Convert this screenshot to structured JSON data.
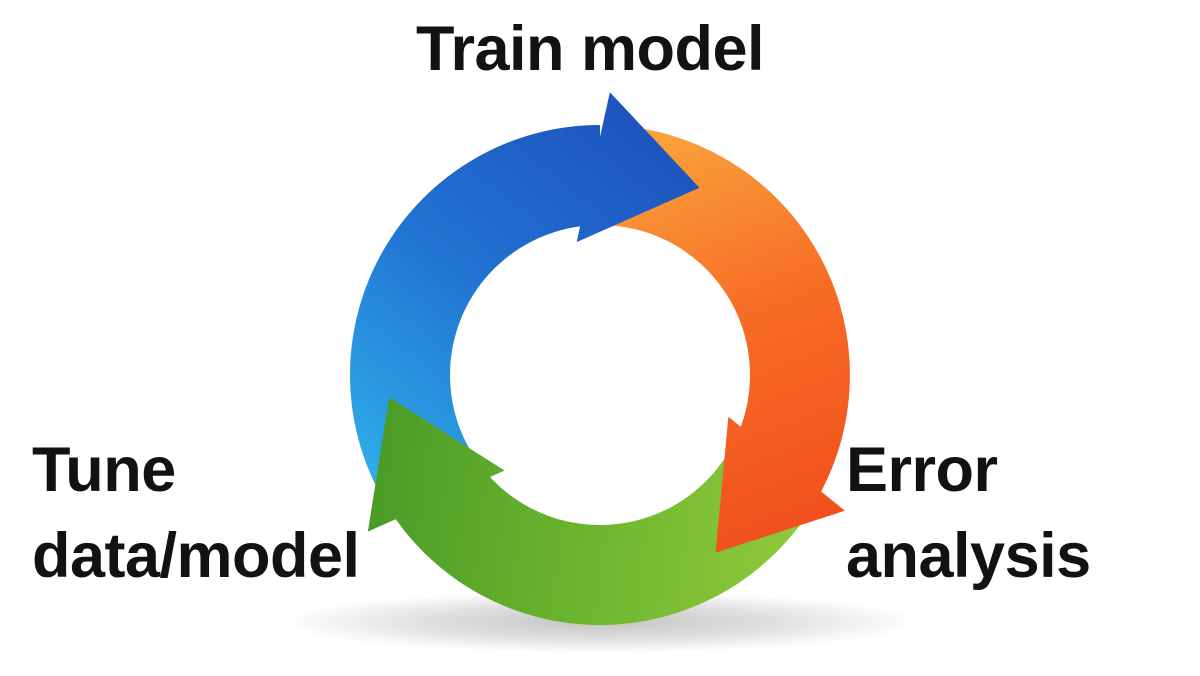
{
  "diagram": {
    "type": "cycle",
    "background_color": "#ffffff",
    "text_color": "#121212",
    "shadow_color": "#3c3c3c",
    "steps": [
      {
        "label": "Train model",
        "position": "top",
        "arrow_color": "blue",
        "arrow_color_start": "#2FB0EA",
        "arrow_color_mid": "#2173D2",
        "arrow_color_end": "#1E52BD"
      },
      {
        "label": "Error analysis",
        "position": "right",
        "arrow_color": "orange",
        "arrow_color_start": "#F9A43C",
        "arrow_color_mid": "#F76C25",
        "arrow_color_end": "#F1521D"
      },
      {
        "label": "Tune data/model",
        "position": "bottom-left",
        "arrow_color": "green",
        "arrow_color_start": "#92CA3B",
        "arrow_color_mid": "#6CB52F",
        "arrow_color_end": "#4A9B27"
      }
    ]
  }
}
